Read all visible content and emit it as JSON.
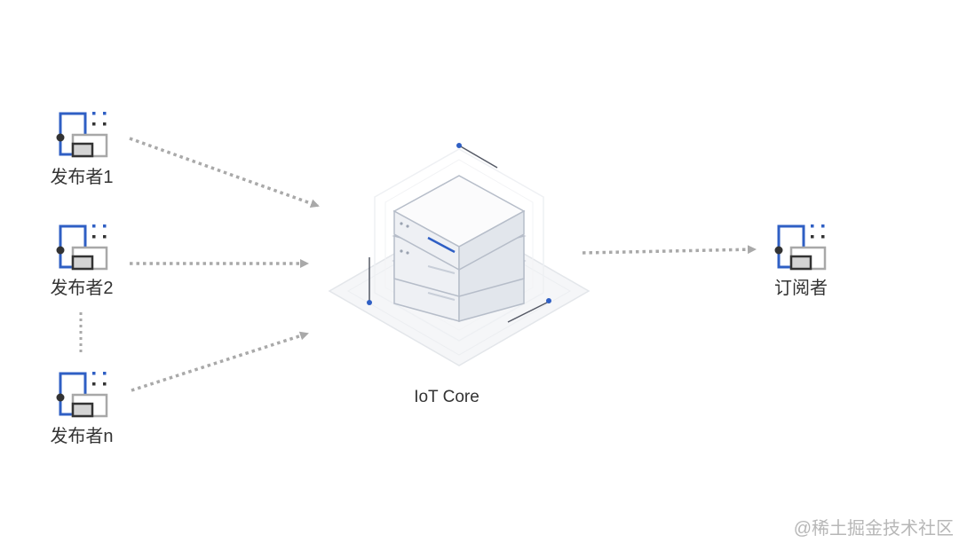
{
  "nodes": {
    "publisher_1": {
      "label": "发布者1"
    },
    "publisher_2": {
      "label": "发布者2"
    },
    "publisher_n": {
      "label": "发布者n"
    },
    "subscriber": {
      "label": "订阅者"
    },
    "core": {
      "label": "IoT Core"
    }
  },
  "watermark": {
    "text": "@稀土掘金技术社区"
  },
  "colors": {
    "accent_blue": "#2f5fc4",
    "device_gray": "#a8a8a8",
    "device_dark": "#333333",
    "arrow_gray": "#a9a9a9",
    "server_line": "#c0c6d2"
  },
  "icons": {
    "publisher": "device-icon",
    "subscriber": "device-icon",
    "core": "server-stack-icon"
  }
}
